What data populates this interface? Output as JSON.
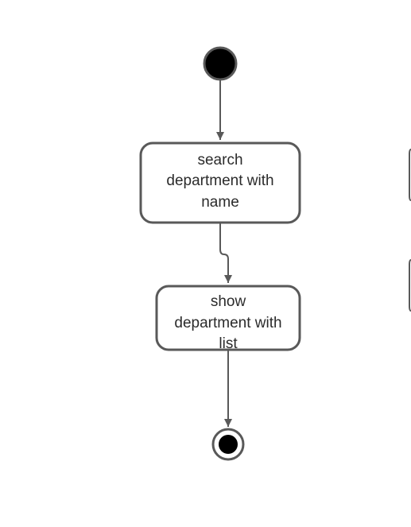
{
  "diagram": {
    "type": "activity",
    "colors": {
      "stroke": "#595959",
      "fill": "#ffffff",
      "node_fill": "#000000",
      "text": "#2b2b2b"
    },
    "nodes": [
      {
        "id": "start",
        "kind": "initial"
      },
      {
        "id": "search",
        "kind": "action",
        "lines": [
          "search",
          "department with",
          "name"
        ]
      },
      {
        "id": "show",
        "kind": "action",
        "lines": [
          "show",
          "department with",
          "list"
        ]
      },
      {
        "id": "end",
        "kind": "final"
      }
    ],
    "edges": [
      {
        "from": "start",
        "to": "search"
      },
      {
        "from": "search",
        "to": "show"
      },
      {
        "from": "show",
        "to": "end"
      }
    ]
  }
}
